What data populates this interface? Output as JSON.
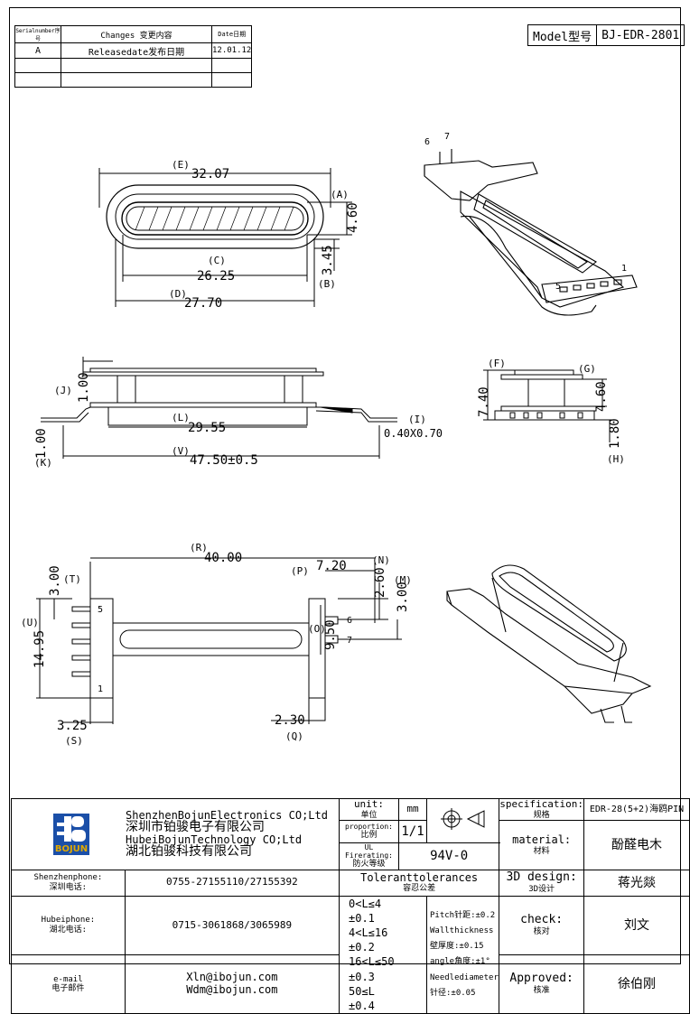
{
  "revision": {
    "headers": [
      "Serialnumber序号",
      "Changes 变更内容",
      "Date日期"
    ],
    "rows": [
      [
        "A",
        "Releasedate发布日期",
        "12.01.12"
      ],
      [
        "",
        "",
        ""
      ],
      [
        "",
        "",
        ""
      ]
    ]
  },
  "model": {
    "label": "Model型号",
    "value": "BJ-EDR-2801"
  },
  "dimensions": {
    "top": {
      "E": "(E)",
      "E_val": "32.07",
      "A": "(A)",
      "A_val": "4.60",
      "C": "(C)",
      "C_val": "26.25",
      "B_val": "3.45",
      "B": "(B)",
      "D": "(D)",
      "D_val": "27.70"
    },
    "side": {
      "J": "(J)",
      "J_val": "1.00",
      "L": "(L)",
      "L_val": "29.55",
      "I": "(I)",
      "I_val": "0.40X0.70",
      "K_val": "1.00",
      "K": "(K)",
      "V": "(V)",
      "V_val": "47.50±0.5"
    },
    "end": {
      "F": "(F)",
      "G": "(G)",
      "F_val": "7.40",
      "G_val": "4.60",
      "H_val": "1.80",
      "H": "(H)"
    },
    "bottom": {
      "R": "(R)",
      "R_val": "40.00",
      "P": "(P)",
      "P_val": "7.20",
      "N": "(N)",
      "N_val": "2.60",
      "M": "(M)",
      "M_val": "3.00",
      "T": "(T)",
      "T_val": "3.00",
      "U": "(U)",
      "U_val": "14.95",
      "O": "(O)",
      "O_val": "9.50",
      "S_val": "3.25",
      "S": "(S)",
      "Q_val": "2.30",
      "Q": "(Q)",
      "pin5": "5",
      "pin1": "1",
      "pin6": "6",
      "pin7": "7"
    },
    "iso": {
      "pin6": "6",
      "pin7": "7",
      "pin1": "1",
      "pin5": "5"
    }
  },
  "title_block": {
    "logo_text": "BOJUN",
    "company_en1": "ShenzhenBojunElectronics CO;Ltd",
    "company_cn1": "深圳市铂骏电子有限公司",
    "company_en2": "HubeiBojunTechnology CO;Ltd",
    "company_cn2": "湖北铂骏科技有限公司",
    "unit_label": "unit:",
    "unit_label_cn": "单位",
    "unit_value": "mm",
    "proportion_label": "proportion:",
    "proportion_label_cn": "比例",
    "proportion_value": "1/1",
    "fire_label": "UL Firerating:",
    "fire_label_cn": "防火等级",
    "fire_value": "94V-0",
    "spec_label": "specification:",
    "spec_label_cn": "规格",
    "spec_value": "EDR-28(5+2)海鸥PIN",
    "material_label": "material:",
    "material_label_cn": "材料",
    "material_value": "酚醛电木",
    "design_label": "3D design:",
    "design_label_cn": "3D设计",
    "design_value": "蒋光燚",
    "check_label": "check:",
    "check_label_cn": "核对",
    "check_value": "刘文",
    "approved_label": "Approved:",
    "approved_label_cn": "核准",
    "approved_value": "徐伯刚",
    "sz_phone_label": "Shenzhenphone:",
    "sz_phone_label_cn": "深圳电话:",
    "sz_phone": "0755-27155110/27155392",
    "hb_phone_label": "Hubeiphone:",
    "hb_phone_label_cn": "湖北电话:",
    "hb_phone": "0715-3061868/3065989",
    "email_label": "e-mail",
    "email_label_cn": "电子邮件",
    "email1": "Xln@ibojun.com",
    "email2": "Wdm@ibojun.com",
    "tol_title": "Toleranttolerances",
    "tol_title_cn": "容忍公差",
    "tol_ranges": [
      "0<L≤4",
      "4<L≤16",
      "16<L≤50",
      "50≤L"
    ],
    "tol_values": [
      "±0.1",
      "±0.2",
      "±0.3",
      "±0.4"
    ],
    "pitch": "Pitch针距:±0.2",
    "wall": "Wallthickness壁厚度:±0.15",
    "angle": "angle角度:±1°",
    "needle": "Needlediameter针径:±0.05"
  }
}
